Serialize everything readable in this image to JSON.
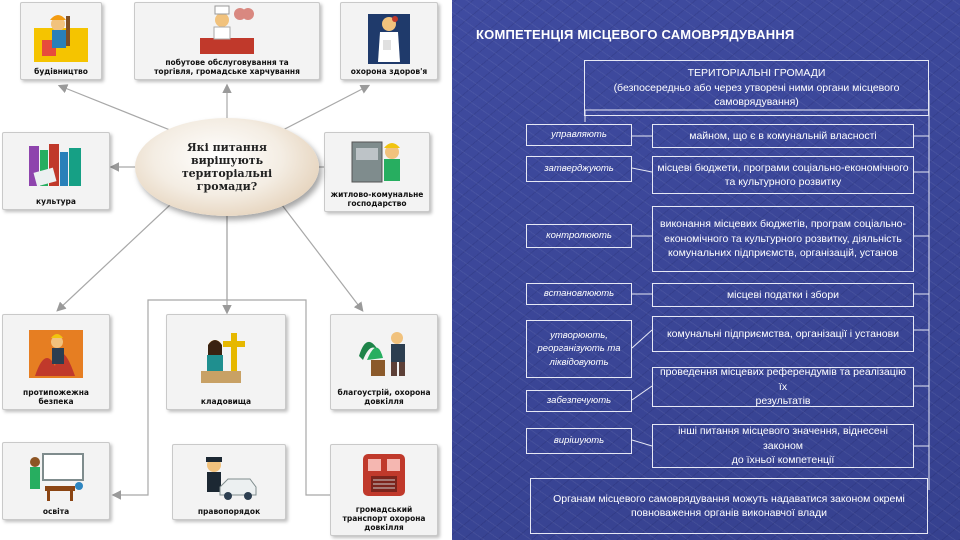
{
  "left": {
    "center_question": "Які питання\nвирішують\nтериторіальні\nгромади?",
    "tiles": [
      {
        "label": "будівництво",
        "icon": "construction-worker-icon"
      },
      {
        "label": "побутове обслуговування та\nторгівля, громадське харчування",
        "icon": "chef-icon"
      },
      {
        "label": "охорона здоров'я",
        "icon": "doctor-icon"
      },
      {
        "label": "культура",
        "icon": "books-icon"
      },
      {
        "label": "житлово-комунальне\nгосподарство",
        "icon": "utility-worker-icon"
      },
      {
        "label": "протипожежна\nбезпека",
        "icon": "firefighter-icon"
      },
      {
        "label": "кладовища",
        "icon": "cemetery-cross-icon"
      },
      {
        "label": "благоустрій, охорона\nдовкілля",
        "icon": "gardener-icon"
      },
      {
        "label": "освіта",
        "icon": "classroom-icon"
      },
      {
        "label": "правопорядок",
        "icon": "police-car-icon"
      },
      {
        "label": "громадський\nтранспорт охорона\nдовкілля",
        "icon": "tram-icon"
      }
    ]
  },
  "right": {
    "title": "КОМПЕТЕНЦІЯ МІСЦЕВОГО САМОВРЯДУВАННЯ",
    "header_box": "ТЕРИТОРІАЛЬНІ ГРОМАДИ\n(безпосередньо або через утворені ними органи місцевого\nсамоврядування)",
    "verbs": [
      "управляють",
      "затверджують",
      "контролюють",
      "встановлюють",
      "утворюють,\nреорганізують та\nліквідовують",
      "забезпечують",
      "вирішують"
    ],
    "objects": [
      "майном, що є в комунальній власності",
      "місцеві бюджети, програми соціально-економічного\nта культурного розвитку",
      "виконання місцевих бюджетів, програм соціально-\nекономічного та культурного розвитку, діяльність\nкомунальних підприємств, організацій, установ",
      "місцеві податки і збори",
      "комунальні підприємства, організації і установи",
      "проведення місцевих референдумів та реалізацію їх\nрезультатів",
      "інші питання місцевого значення, віднесені законом\nдо їхньої компетенції"
    ],
    "footer_box": "Органам місцевого самоврядування можуть надаватися законом окремі\nповноваження органів виконавчої влади"
  }
}
